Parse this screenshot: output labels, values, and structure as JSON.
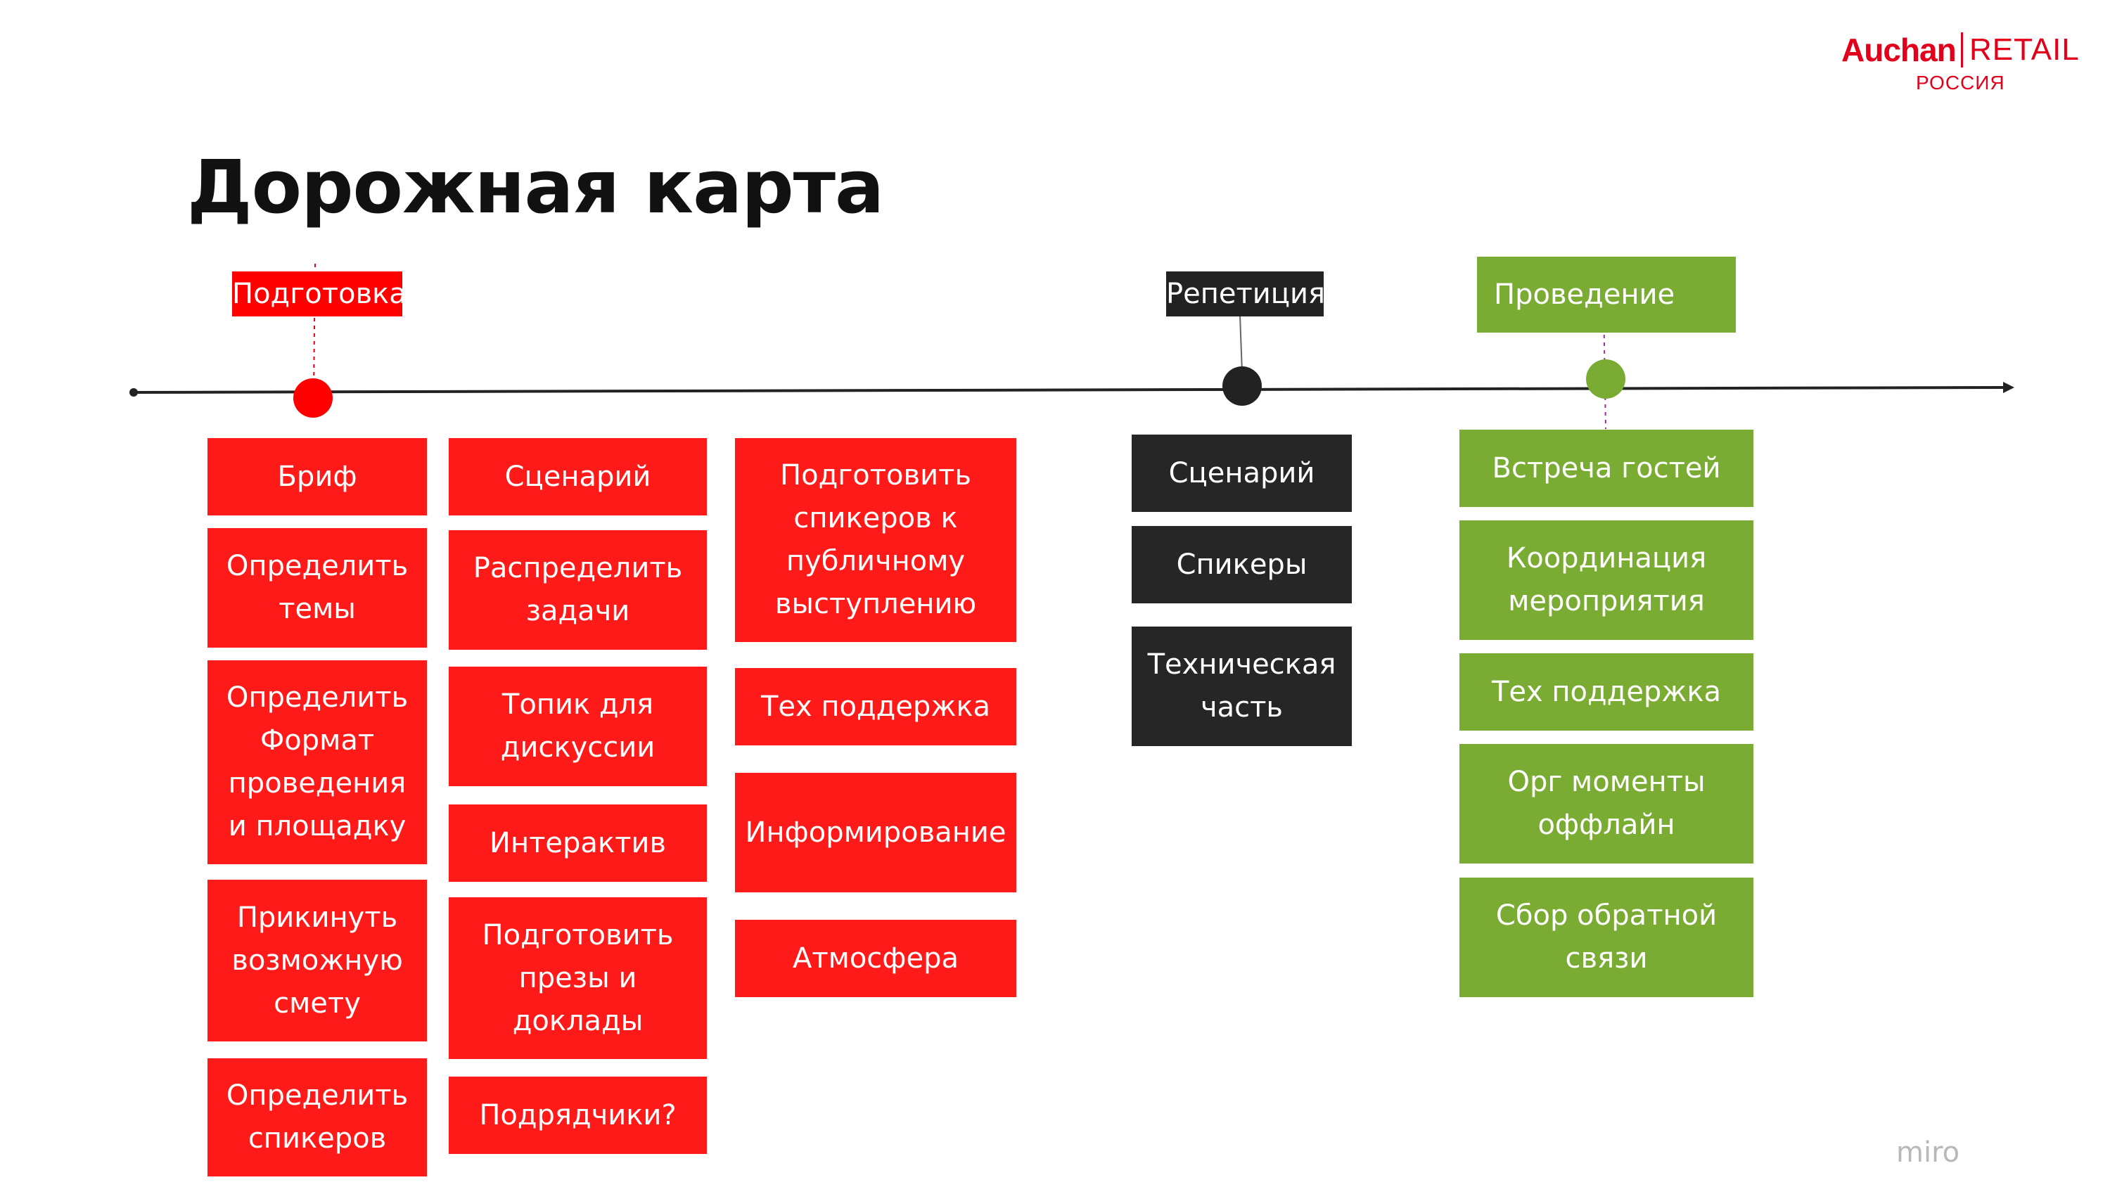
{
  "header": {
    "title": "Дорожная карта",
    "logo_brand": "Auchan",
    "logo_retail": "RETAIL",
    "logo_country": "РОССИЯ"
  },
  "footer": {
    "watermark": "miro"
  },
  "colors": {
    "red": "#ff1a1a",
    "black": "#262626",
    "green": "#7aab32"
  },
  "phases": {
    "preparation": "Подготовка",
    "rehearsal": "Репетиция",
    "conduct": "Проведение"
  },
  "preparation_col1": [
    "Бриф",
    "Определить темы",
    "Определить Формат проведения и площадку",
    "Прикинуть возможную смету",
    "Определить спикеров"
  ],
  "preparation_col2": [
    "Сценарий",
    "Распределить задачи",
    "Топик для дискуссии",
    "Интерактив",
    "Подготовить презы и доклады",
    "Подрядчики?"
  ],
  "preparation_col3": [
    "Подготовить спикеров к публичному выступлению",
    "Тех поддержка",
    "Информирование",
    "Атмосфера"
  ],
  "rehearsal_items": [
    "Сценарий",
    "Спикеры",
    "Техническая часть"
  ],
  "conduct_items": [
    "Встреча гостей",
    "Координация мероприятия",
    "Тех поддержка",
    "Орг моменты оффлайн",
    "Сбор обратной связи"
  ]
}
